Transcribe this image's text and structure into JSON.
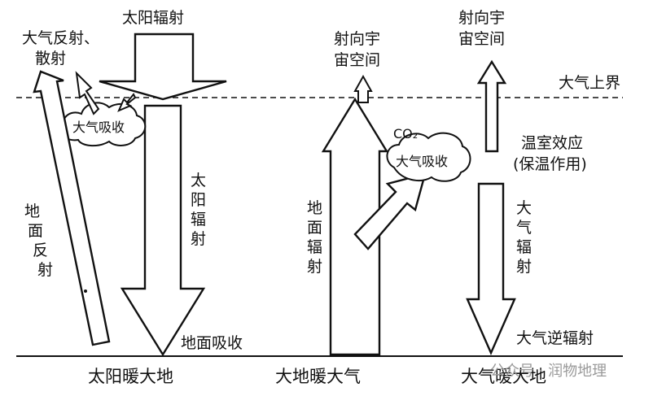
{
  "panels": {
    "sun": {
      "caption": "太阳暖大地",
      "solar_radiation": "太阳辐射",
      "reflection_line1": "大气反射、",
      "reflection_line2": "散射",
      "absorption": "大气吸收",
      "solar_radiation_vertical": [
        "太",
        "阳",
        "辐",
        "射"
      ],
      "ground_reflection_vertical": [
        "地",
        "面",
        "反",
        "射"
      ],
      "ground_absorption": "地面吸收"
    },
    "ground": {
      "caption": "大地暖大气",
      "to_space_line1": "射向宇",
      "to_space_line2": "宙空间",
      "co2": "CO₂",
      "absorption": "大气吸收",
      "ground_radiation_vertical": [
        "地",
        "面",
        "辐",
        "射"
      ]
    },
    "atmosphere": {
      "caption": "大气暖大地",
      "to_space_line1": "射向宇",
      "to_space_line2": "宙空间",
      "greenhouse_line1": "温室效应",
      "greenhouse_line2": "(保温作用)",
      "atmospheric_radiation_vertical": [
        "大",
        "气",
        "辐",
        "射"
      ],
      "counter_radiation": "大气逆辐射"
    }
  },
  "atmosphere_top": "大气上界",
  "watermark": "公众号 · 润物地理"
}
